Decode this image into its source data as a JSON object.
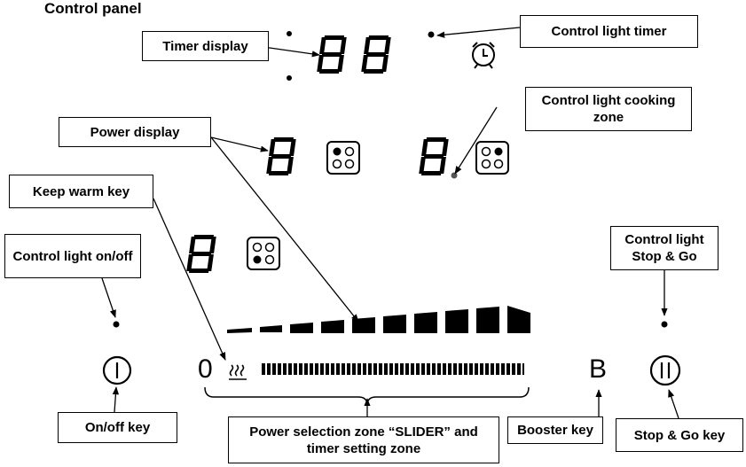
{
  "title": "Control panel",
  "labels": {
    "timer_display": "Timer display",
    "control_light_timer": "Control light timer",
    "control_light_cooking_zone": "Control light cooking zone",
    "power_display": "Power display",
    "keep_warm_key": "Keep warm key",
    "control_light_onoff": "Control light on/off",
    "control_light_stop_go": "Control light Stop & Go",
    "onoff_key": "On/off key",
    "power_selection": "Power selection zone “SLIDER” and timer setting zone",
    "booster_key": "Booster key",
    "stop_go_key": "Stop & Go key"
  },
  "keys": {
    "zero": "0",
    "booster": "B"
  }
}
